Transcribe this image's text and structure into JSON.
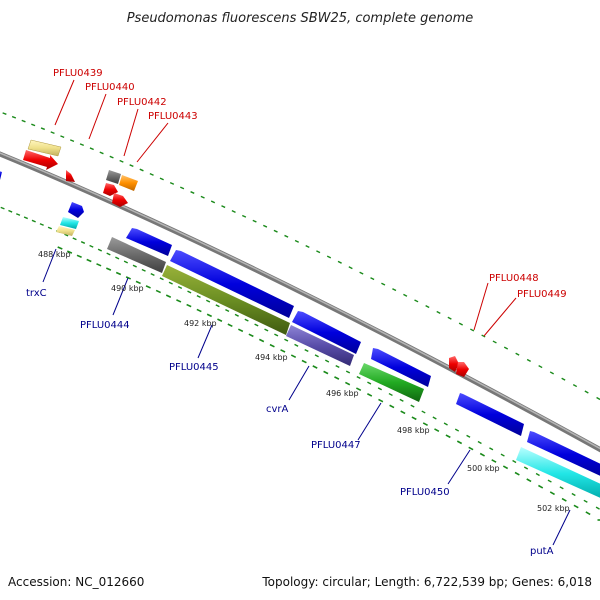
{
  "title": "Pseudomonas fluorescens SBW25, complete genome",
  "footer": {
    "accession": "Accession: NC_012660",
    "summary": "Topology: circular; Length: 6,722,539 bp; Genes: 6,018"
  },
  "colors": {
    "backbone": "#8c8c8c",
    "forward_label": "#cc0000",
    "reverse_label": "#00008b",
    "dots": "#1a8a1a"
  },
  "scale_labels": [
    "488 kbp",
    "490 kbp",
    "492 kbp",
    "494 kbp",
    "496 kbp",
    "498 kbp",
    "500 kbp",
    "502 kbp"
  ],
  "gene_labels": {
    "PFLU0439": "PFLU0439",
    "PFLU0440": "PFLU0440",
    "PFLU0442": "PFLU0442",
    "PFLU0443": "PFLU0443",
    "PFLU0448": "PFLU0448",
    "PFLU0449": "PFLU0449",
    "trxC": "trxC",
    "PFLU0444": "PFLU0444",
    "PFLU0445": "PFLU0445",
    "cvrA": "cvrA",
    "PFLU0447": "PFLU0447",
    "PFLU0450": "PFLU0450",
    "putA": "putA"
  }
}
